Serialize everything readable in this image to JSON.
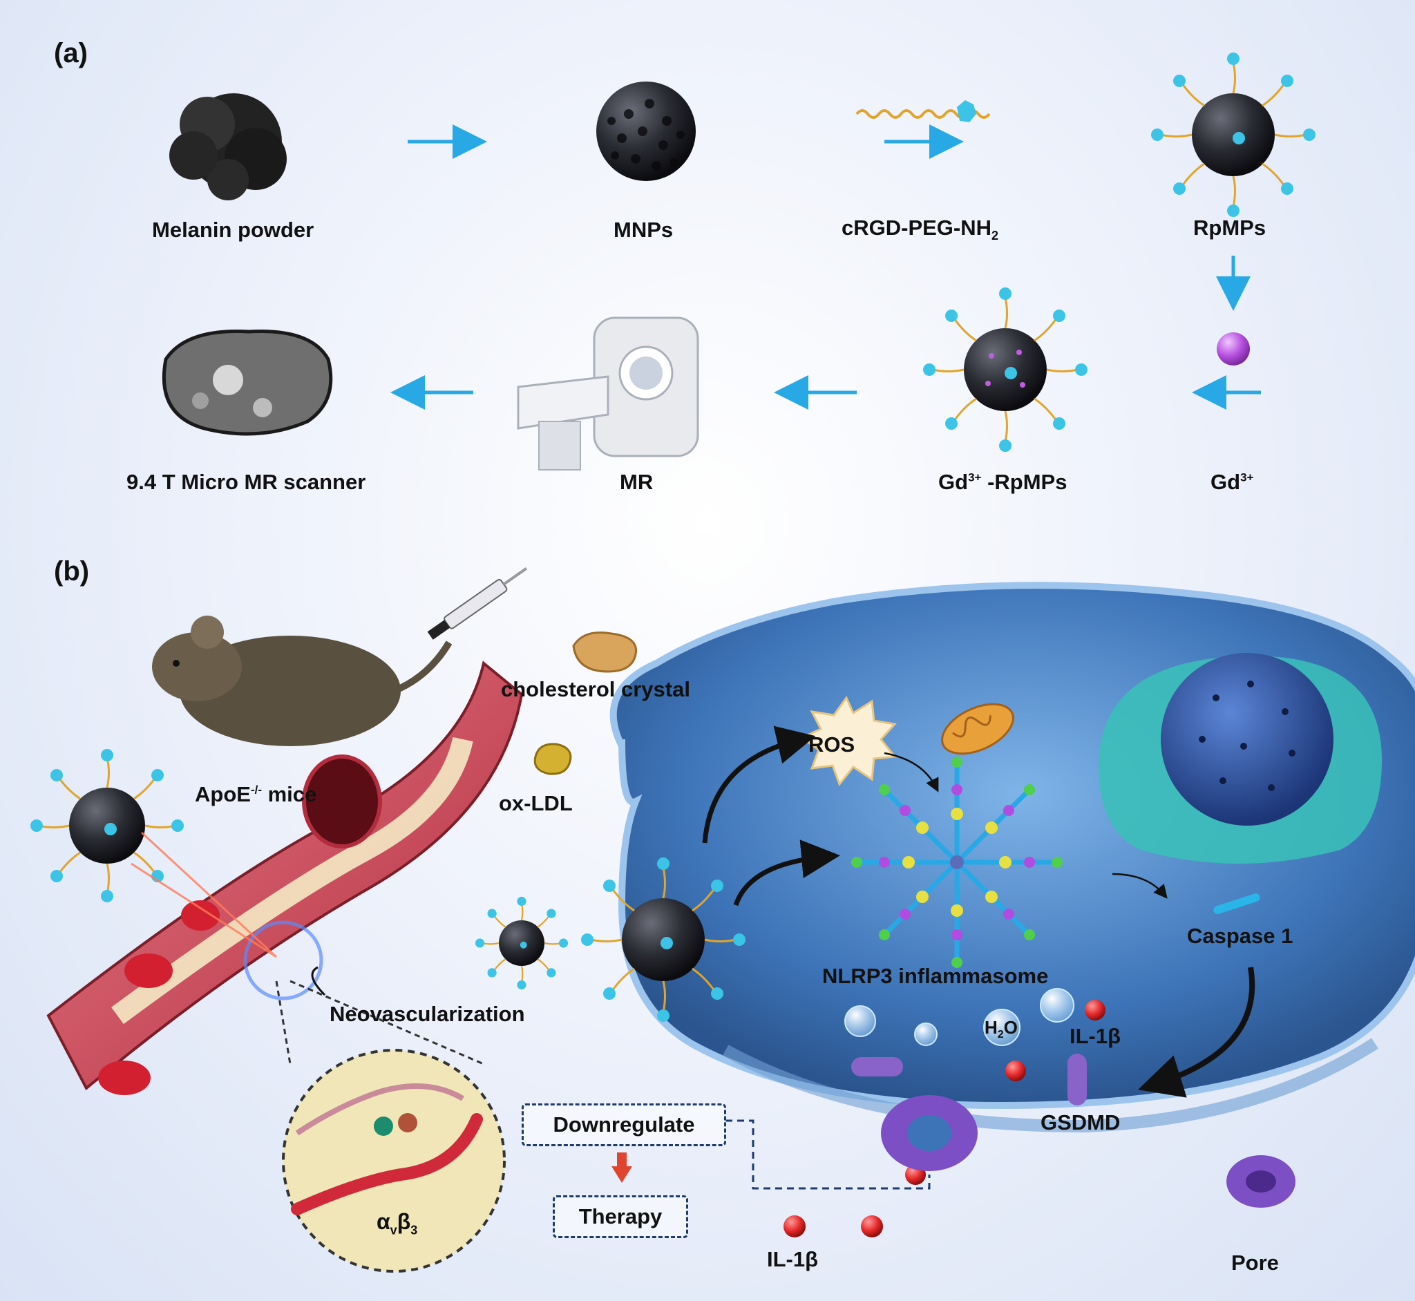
{
  "panel_a": {
    "letter": "(a)",
    "melanin_powder": "Melanin powder",
    "mnps": "MNPs",
    "crgd_base": "cRGD-PEG-NH",
    "crgd_sub": "2",
    "rpmps": "RpMPs",
    "gd_base": "Gd",
    "gd_sup": "3+",
    "gd_rpmps_base": "Gd",
    "gd_rpmps_sup": "3+",
    "gd_rpmps_rest": " -RpMPs",
    "mr": "MR",
    "scanner": "9.4 T Micro MR scanner"
  },
  "panel_b": {
    "letter": "(b)",
    "apoe_base": "ApoE",
    "apoe_sup": "-/-",
    "apoe_rest": " mice",
    "cholesterol": "cholesterol crystal",
    "oxldl": "ox-LDL",
    "ros": "ROS",
    "nlrp3": "NLRP3 inflammasome",
    "caspase": "Caspase 1",
    "neovascularization": "Neovascularization",
    "water_h": "H",
    "water_sub": "2",
    "water_o": "O",
    "il1b": "IL-1β",
    "il1b_outside": "IL-1β",
    "gsdmd": "GSDMD",
    "pore": "Pore",
    "downregulate": "Downregulate",
    "therapy": "Therapy",
    "integrin_alpha": "α",
    "integrin_v": "v",
    "integrin_beta": "β",
    "integrin_3": "3"
  },
  "colors": {
    "arrow": "#29a8e6",
    "ligand": "#3cc4e6",
    "gd_ion": "#c05ee0",
    "cell": "#3d74b8",
    "vessel": "#c9384a",
    "dash": "#1e3a6e",
    "therapy_arrow": "#e0442e"
  }
}
